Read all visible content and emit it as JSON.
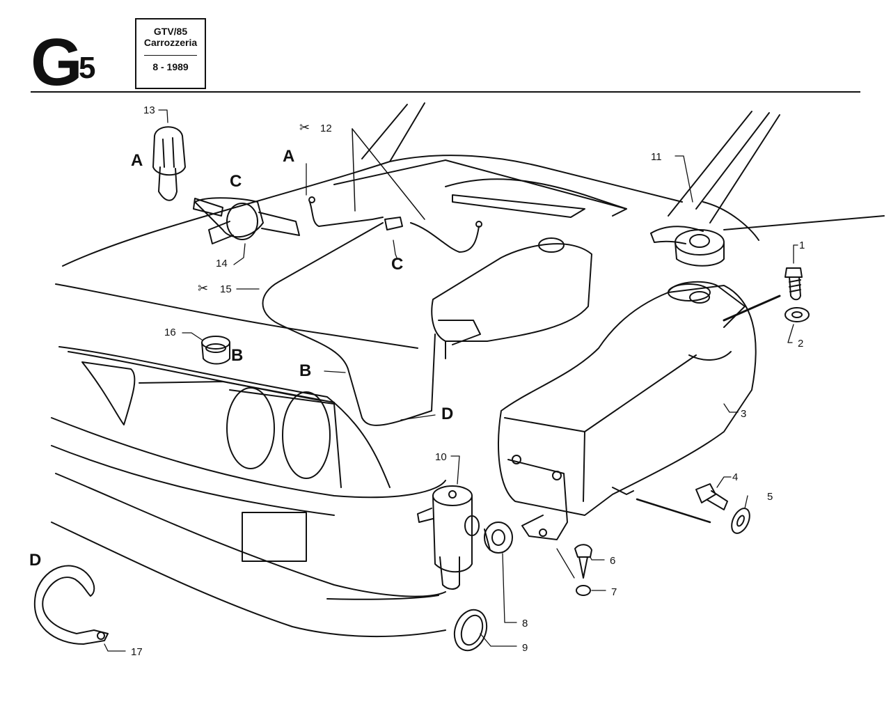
{
  "header": {
    "section_letter": "G",
    "section_number": "5",
    "model": "GTV/85",
    "group": "Carrozzeria",
    "date": "8 - 1989"
  },
  "callouts": [
    {
      "id": "p1",
      "label": "1"
    },
    {
      "id": "p2",
      "label": "2"
    },
    {
      "id": "p3",
      "label": "3"
    },
    {
      "id": "p4",
      "label": "4"
    },
    {
      "id": "p5",
      "label": "5"
    },
    {
      "id": "p6",
      "label": "6"
    },
    {
      "id": "p7",
      "label": "7"
    },
    {
      "id": "p8",
      "label": "8"
    },
    {
      "id": "p9",
      "label": "9"
    },
    {
      "id": "p10",
      "label": "10"
    },
    {
      "id": "p11",
      "label": "11"
    },
    {
      "id": "p12",
      "label": "12"
    },
    {
      "id": "p13",
      "label": "13"
    },
    {
      "id": "p14",
      "label": "14"
    },
    {
      "id": "p15",
      "label": "15"
    },
    {
      "id": "p16",
      "label": "16"
    },
    {
      "id": "p17",
      "label": "17"
    }
  ],
  "detail_letters": {
    "A1": "A",
    "A2": "A",
    "B1": "B",
    "B2": "B",
    "C1": "C",
    "C2": "C",
    "D1": "D",
    "D2": "D"
  },
  "cut_symbol": "✂"
}
